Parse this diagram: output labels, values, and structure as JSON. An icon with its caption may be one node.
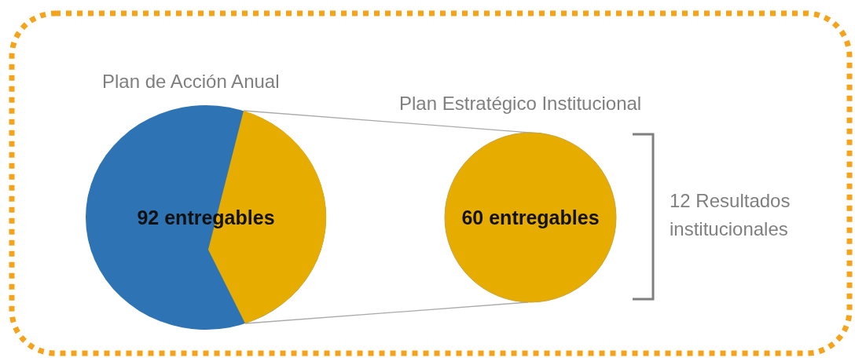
{
  "diagram": {
    "nodes": [
      {
        "text": [
          "92 entregables"
        ],
        "beside": [
          "Plan de Acción Anual"
        ]
      },
      {
        "text": [
          "60 entregables"
        ],
        "beside": [
          "Plan Estratégico Institucional"
        ]
      }
    ],
    "edges": [
      {
        "from": 0,
        "to": 1,
        "arrow": "none"
      },
      {
        "from": 0,
        "to": 1,
        "arrow": "none"
      }
    ],
    "labels": [
      "12 Resultados institucionales"
    ]
  }
}
